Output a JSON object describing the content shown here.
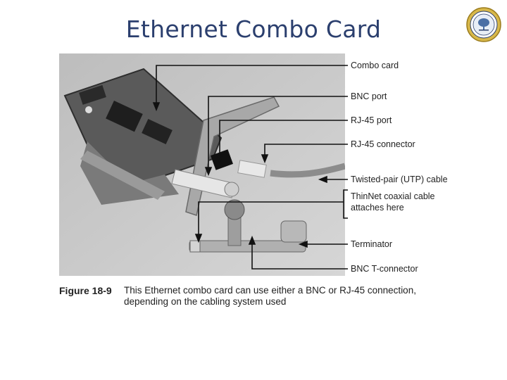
{
  "slide": {
    "title": "Ethernet Combo Card"
  },
  "logo": {
    "icon": "university-seal-icon",
    "color": "#c9a227"
  },
  "figure": {
    "callouts": [
      "Combo card",
      "BNC port",
      "RJ-45 port",
      "RJ-45 connector",
      "Twisted-pair (UTP) cable",
      "ThinNet coaxial cable attaches here",
      "Terminator",
      "BNC T-connector"
    ],
    "caption_label": "Figure 18-9",
    "caption_text": "This Ethernet combo card can use either a BNC or RJ-45 connection, depending on the cabling system used"
  }
}
